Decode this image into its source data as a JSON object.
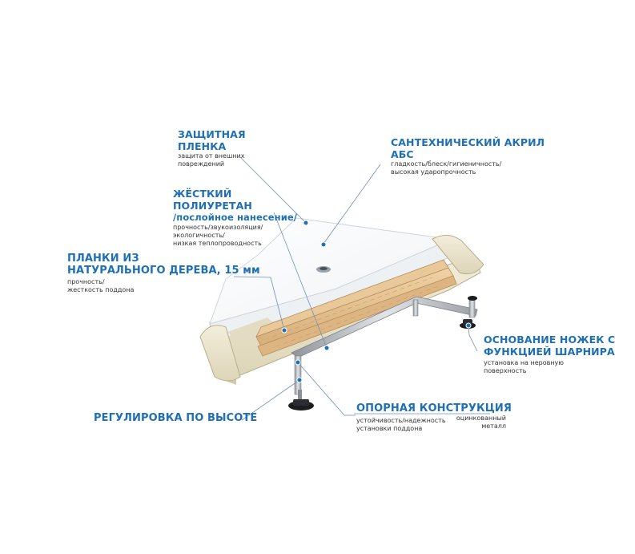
{
  "colors": {
    "label_blue": "#1f6fb5",
    "caption_gray": "#333333",
    "leader_line": "#6f8fb6",
    "callout_dot": "#1f6fb5",
    "acrylic_white": "#fbfcfd",
    "polyurethane_cream": "#ece6cf",
    "wood_plank": "#e8c79a",
    "steel_frame": "#b9bec4",
    "foot_black": "#1b1d20"
  },
  "labels": {
    "protective_film": {
      "title_line1": "ЗАЩИТНАЯ",
      "title_line2": "ПЛЕНКА",
      "caption_line1": "защита от внешних",
      "caption_line2": "повреждений"
    },
    "sanitary_acrylic": {
      "title_line1": "САНТЕХНИЧЕСКИЙ АКРИЛ",
      "title_line2": "АБС",
      "caption_line1": "гладкость/блеск/гигиеничность/",
      "caption_line2": "высокая ударопрочность"
    },
    "rigid_polyurethane": {
      "title_line1": "ЖЁСТКИЙ",
      "title_line2": "ПОЛИУРЕТАН",
      "title_line3": "/послойное нанесение/",
      "caption_line1": "прочность/звукоизоляция/",
      "caption_line2": "экологичность/",
      "caption_line3": "низкая теплопроводность"
    },
    "wood_planks": {
      "title_line1": "ПЛАНКИ ИЗ",
      "title_line2": "НАТУРАЛЬНОГО ДЕРЕВА, 15 мм",
      "caption_line1": "прочность/",
      "caption_line2": "жесткость поддона"
    },
    "leg_base": {
      "title_line1": "ОСНОВАНИЕ НОЖЕК С",
      "title_line2": "ФУНКЦИЕЙ ШАРНИРА",
      "caption_line1": "установка на неровную",
      "caption_line2": "поверхность"
    },
    "support_frame": {
      "title": "ОПОРНАЯ КОНСТРУКЦИЯ",
      "caption_line1": "устойчивость/надежность",
      "caption_line2": "установки поддона",
      "note_line1": "оцинкованный",
      "note_line2": "металл"
    },
    "height_adjust": {
      "title": "РЕГУЛИРОВКА ПО ВЫСОТЕ"
    }
  }
}
